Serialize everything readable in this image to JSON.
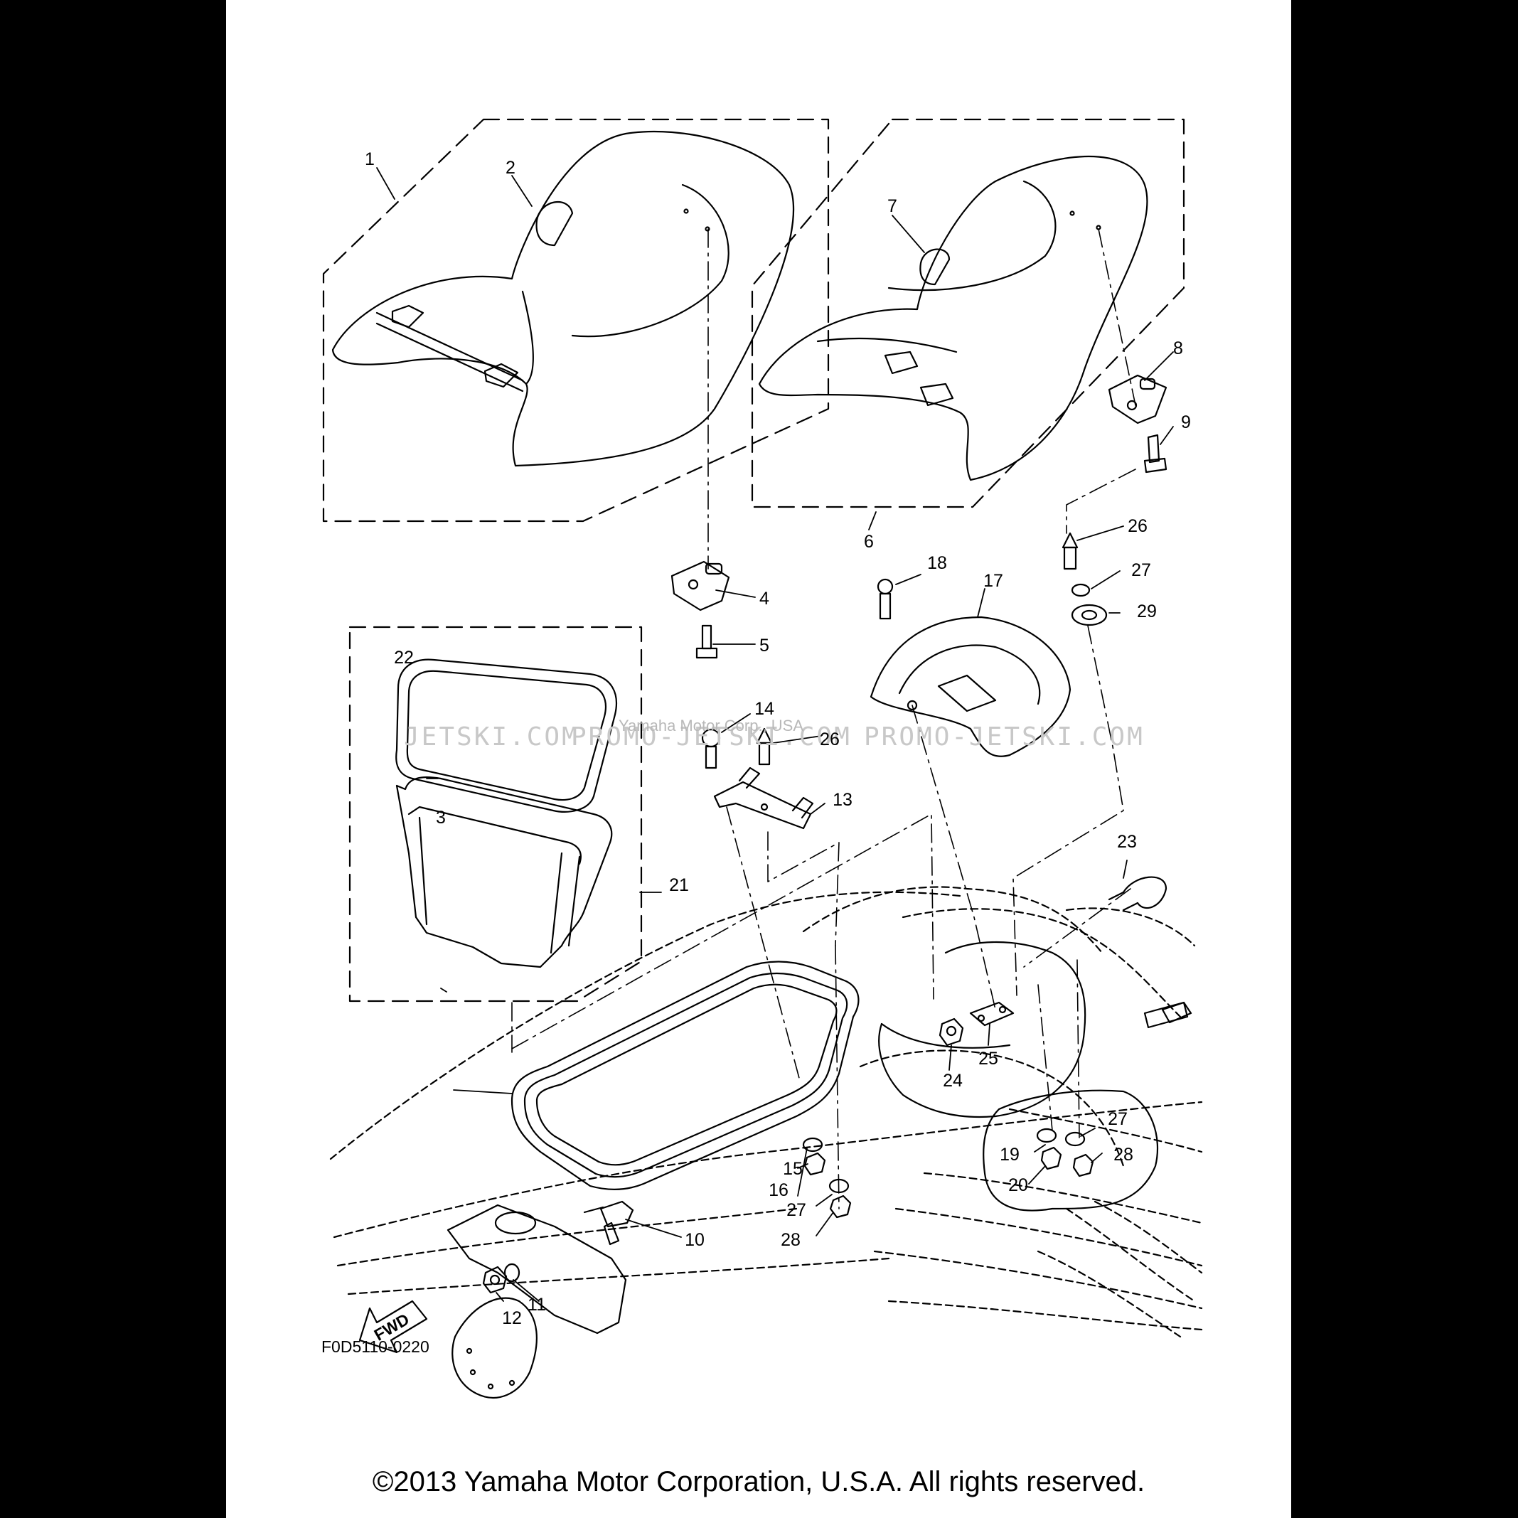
{
  "diagram": {
    "code": "F0D5110-0220",
    "fwd_label": "FWD",
    "watermarks": [
      "JETSKI.COM",
      "PROMO-JETSKI.COM",
      "PROMO-JETSKI.COM"
    ],
    "watermark_small": "Yamaha Motor Corp., USA",
    "copyright": "©2013 Yamaha Motor Corporation, U.S.A. All rights reserved.",
    "callouts": {
      "c1": "1",
      "c2": "2",
      "c3": "3",
      "c4": "4",
      "c5": "5",
      "c6": "6",
      "c7": "7",
      "c8": "8",
      "c9": "9",
      "c10": "10",
      "c11": "11",
      "c12": "12",
      "c13": "13",
      "c14": "14",
      "c15": "15",
      "c16": "16",
      "c17": "17",
      "c18": "18",
      "c19": "19",
      "c20": "20",
      "c21": "21",
      "c22": "22",
      "c23": "23",
      "c24": "24",
      "c25": "25",
      "c26a": "26",
      "c26b": "26",
      "c27a": "27",
      "c27b": "27",
      "c27c": "27",
      "c28a": "28",
      "c28b": "28",
      "c29": "29"
    }
  }
}
